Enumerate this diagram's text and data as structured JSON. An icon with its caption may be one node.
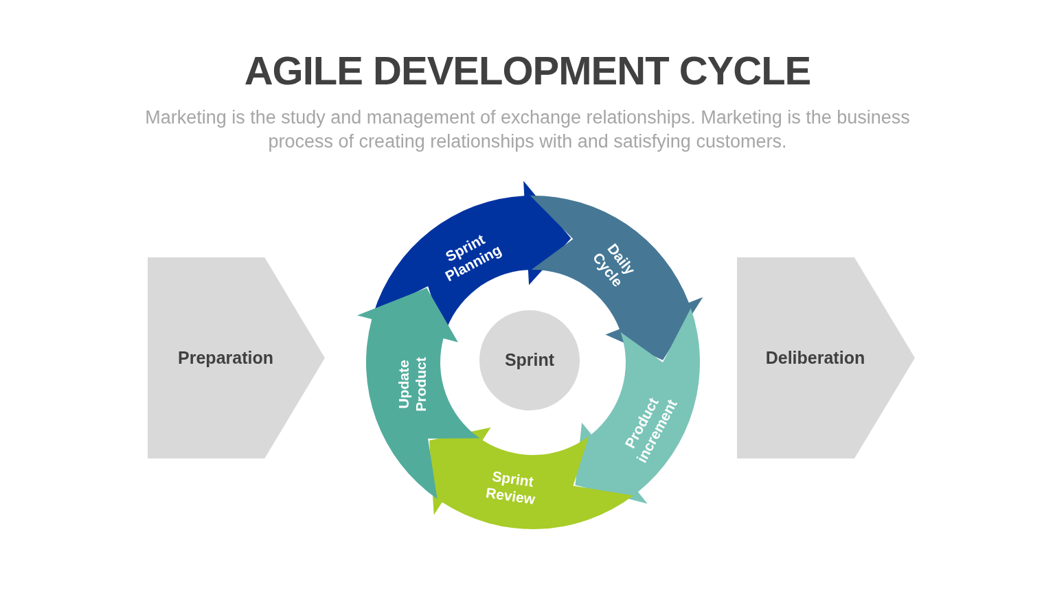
{
  "diagram": {
    "title": "AGILE DEVELOPMENT CYCLE",
    "caption": "Marketing is the study and management of exchange relationships. Marketing is the business process of creating relationships with and satisfying customers.",
    "nodes": [
      {
        "text": [
          "Preparation"
        ]
      },
      {
        "text": [
          "Sprint Planning"
        ]
      },
      {
        "text": [
          "Daily Cycle"
        ]
      },
      {
        "text": [
          "Product increment"
        ]
      },
      {
        "text": [
          "Sprint Review"
        ]
      },
      {
        "text": [
          "Update Product"
        ]
      },
      {
        "text": [
          "Sprint"
        ]
      },
      {
        "text": [
          "Deliberation"
        ]
      }
    ]
  }
}
